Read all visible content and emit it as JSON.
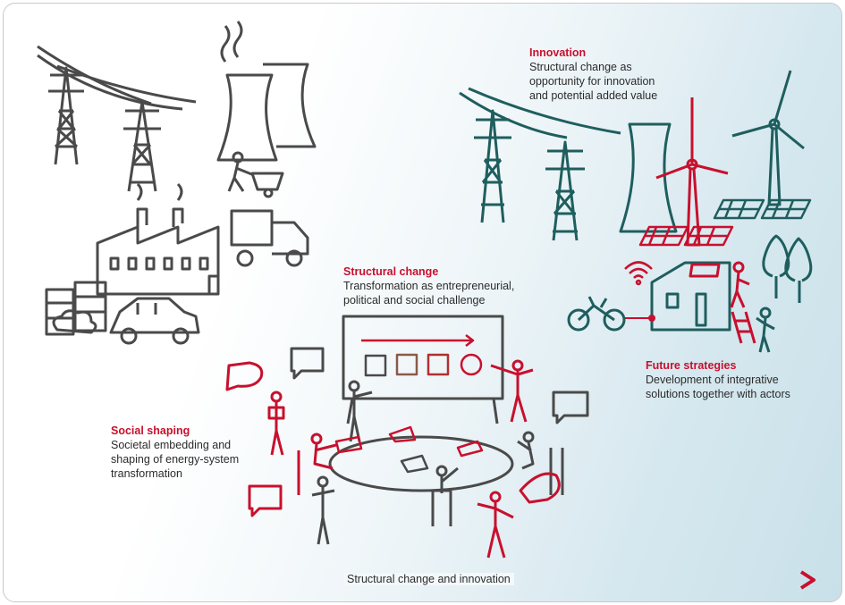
{
  "colors": {
    "accent": "#c8102e",
    "teal": "#1f5e5e",
    "dark": "#4a4a4a"
  },
  "innovation": {
    "title": "Innovation",
    "body": "Structural change as\nopportunity for innovation\nand potential added value"
  },
  "structural_change": {
    "title": "Structural change",
    "body": "Transformation as entrepreneurial,\npolitical and social challenge"
  },
  "future_strategies": {
    "title": "Future strategies",
    "body": "Development of integrative\nsolutions together with actors"
  },
  "social_shaping": {
    "title": "Social shaping",
    "body": "Societal embedding and\nshaping of energy-system\ntransformation"
  },
  "timeline": {
    "label": "Structural change and innovation"
  }
}
